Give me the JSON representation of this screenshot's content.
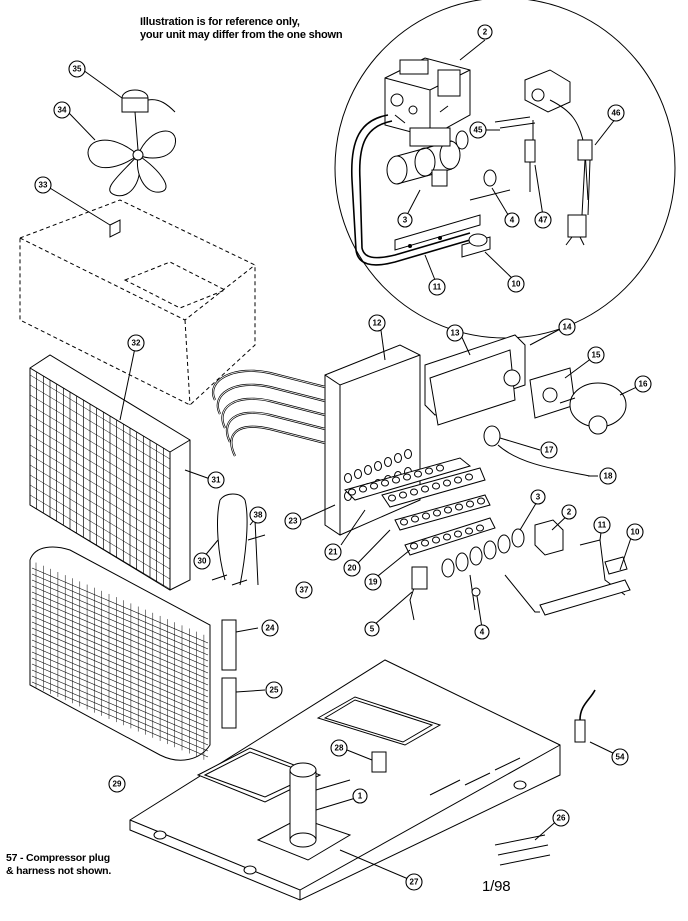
{
  "header_note": {
    "line1": "Illustration is for reference only,",
    "line2": "your unit may differ from the one shown"
  },
  "footer_note": {
    "line1": "57 - Compressor plug",
    "line2": "& harness not shown."
  },
  "revision": "1/98",
  "callouts": {
    "c2a": "2",
    "c45": "45",
    "c46": "46",
    "c3a": "3",
    "c4a": "4",
    "c47": "47",
    "c11a": "11",
    "c10a": "10",
    "c35": "35",
    "c34": "34",
    "c33": "33",
    "c32": "32",
    "c31": "31",
    "c30": "30",
    "c38": "38",
    "c37": "37",
    "c29": "29",
    "c24": "24",
    "c25": "25",
    "c12": "12",
    "c13": "13",
    "c14": "14",
    "c15": "15",
    "c16": "16",
    "c17": "17",
    "c18": "18",
    "c23": "23",
    "c21": "21",
    "c20": "20",
    "c19": "19",
    "c3b": "3",
    "c2b": "2",
    "c11b": "11",
    "c10b": "10",
    "c5": "5",
    "c4b": "4",
    "c28": "28",
    "c1": "1",
    "c54": "54",
    "c26": "26",
    "c27": "27"
  }
}
